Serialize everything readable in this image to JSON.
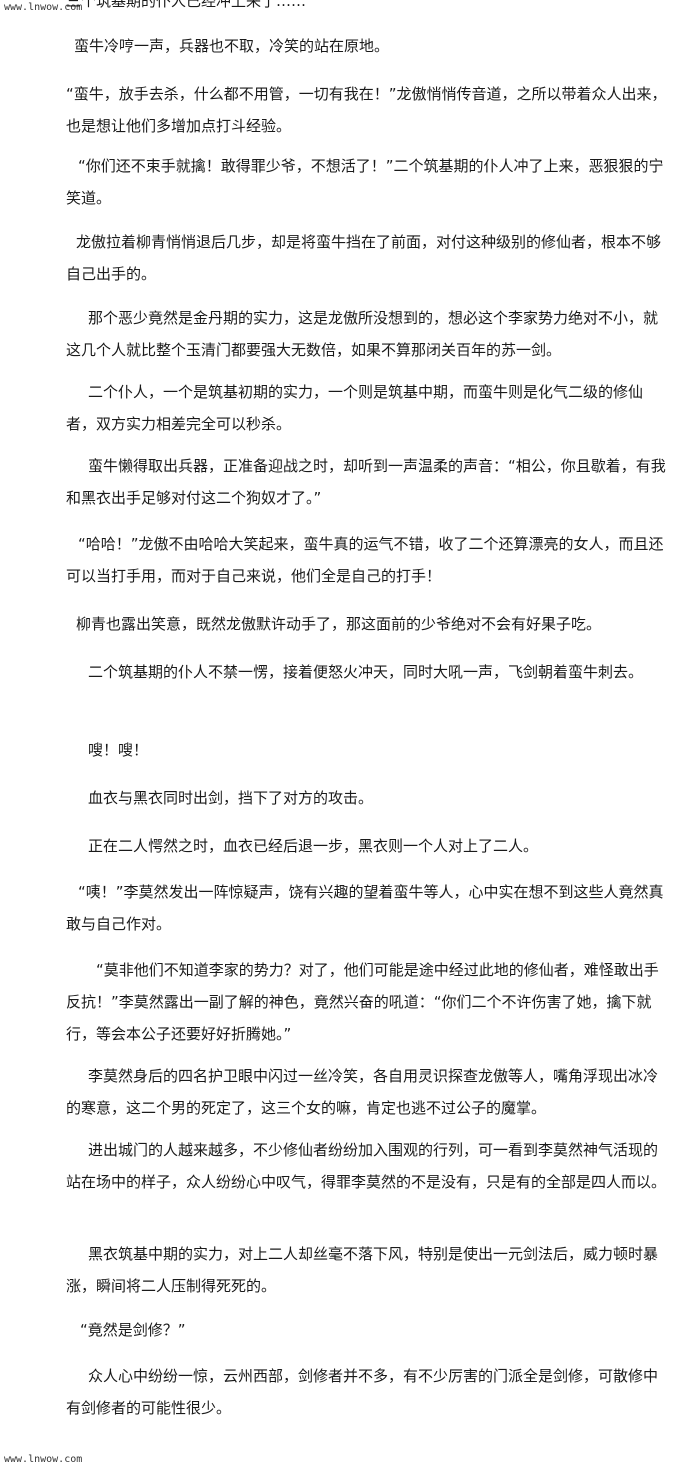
{
  "watermark_top": "www.lnwow.com",
  "watermark_bottom": "www.lnwow.com",
  "cut_line": "三个筑基期的仆人已经冲上来了……",
  "paragraphs": [
    "蛮牛冷哼一声，兵器也不取，冷笑的站在原地。",
    "“蛮牛，放手去杀，什么都不用管，一切有我在！”龙傲悄悄传音道，之所以带着众人出来，也是想让他们多增加点打斗经验。",
    "“你们还不束手就擒！敢得罪少爷，不想活了！”二个筑基期的仆人冲了上来，恶狠狠的宁笑道。",
    "龙傲拉着柳青悄悄退后几步，却是将蛮牛挡在了前面，对付这种级别的修仙者，根本不够自己出手的。",
    "那个恶少竟然是金丹期的实力，这是龙傲所没想到的，想必这个李家势力绝对不小，就这几个人就比整个玉清门都要强大无数倍，如果不算那闭关百年的苏一剑。",
    "二个仆人，一个是筑基初期的实力，一个则是筑基中期，而蛮牛则是化气二级的修仙者，双方实力相差完全可以秒杀。",
    "蛮牛懒得取出兵器，正准备迎战之时，却听到一声温柔的声音：“相公，你且歇着，有我和黑衣出手足够对付这二个狗奴才了。”",
    "“哈哈！”龙傲不由哈哈大笑起来，蛮牛真的运气不错，收了二个还算漂亮的女人，而且还可以当打手用，而对于自己来说，他们全是自己的打手！",
    "柳青也露出笑意，既然龙傲默许动手了，那这面前的少爷绝对不会有好果子吃。",
    "二个筑基期的仆人不禁一愣，接着便怒火冲天，同时大吼一声，飞剑朝着蛮牛刺去。",
    "嗖！嗖！",
    "血衣与黑衣同时出剑，挡下了对方的攻击。",
    "正在二人愕然之时，血衣已经后退一步，黑衣则一个人对上了二人。",
    "“咦！”李莫然发出一阵惊疑声，饶有兴趣的望着蛮牛等人，心中实在想不到这些人竟然真敢与自己作对。",
    "“莫非他们不知道李家的势力？对了，他们可能是途中经过此地的修仙者，难怪敢出手反抗！”李莫然露出一副了解的神色，竟然兴奋的吼道：“你们二个不许伤害了她，擒下就行，等会本公子还要好好折腾她。”",
    "李莫然身后的四名护卫眼中闪过一丝冷笑，各自用灵识探查龙傲等人，嘴角浮现出冰冷的寒意，这二个男的死定了，这三个女的嘛，肯定也逃不过公子的魔掌。",
    "进出城门的人越来越多，不少修仙者纷纷加入围观的行列，可一看到李莫然神气活现的站在场中的样子，众人纷纷心中叹气，得罪李莫然的不是没有，只是有的全部是四人而以。",
    "黑衣筑基中期的实力，对上二人却丝毫不落下风，特别是使出一元剑法后，威力顿时暴涨，瞬间将二人压制得死死的。",
    "“竟然是剑修？”",
    "众人心中纷纷一惊，云州西部，剑修者并不多，有不少厉害的门派全是剑修，可散修中有剑修者的可能性很少。"
  ]
}
